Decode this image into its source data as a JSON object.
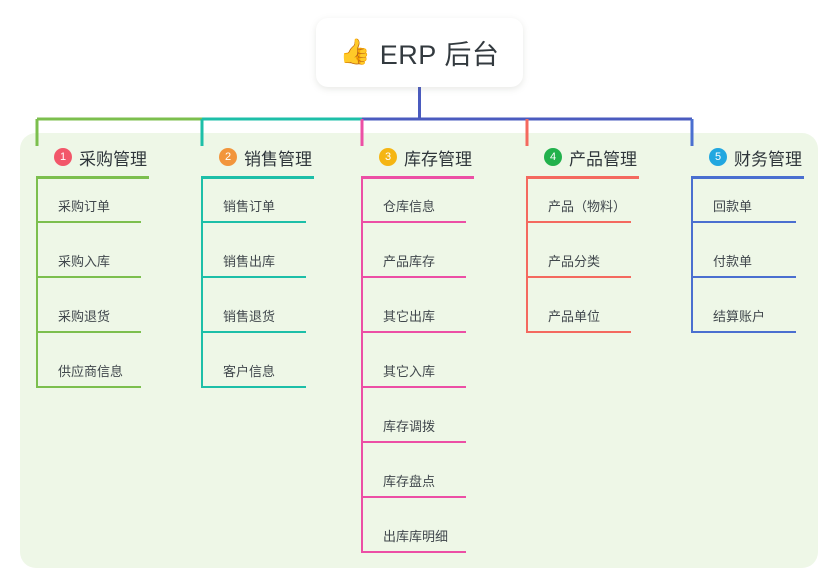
{
  "diagram": {
    "type": "mind-map",
    "title": "ERP 后台",
    "panel_color": "#eef7e7",
    "page_background": "#ffffff",
    "root": {
      "label": "ERP 后台",
      "emoji": "👍",
      "emoji_name": "thumbs-up-emoji",
      "stem_color": "#4a5bbf"
    },
    "bus_segments": [
      {
        "color": "#7cbf4e"
      },
      {
        "color": "#1dbfa8"
      },
      {
        "color": "#4a5bbf"
      }
    ],
    "branches": [
      {
        "number": "1",
        "title": "采购管理",
        "badge_color": "#f2576a",
        "line_color": "#7cbf4e",
        "drop_color": "#7cbf4e",
        "leaves": [
          {
            "label": "采购订单"
          },
          {
            "label": "采购入库"
          },
          {
            "label": "采购退货"
          },
          {
            "label": "供应商信息"
          }
        ]
      },
      {
        "number": "2",
        "title": "销售管理",
        "badge_color": "#f2953c",
        "line_color": "#1dbfa8",
        "drop_color": "#1dbfa8",
        "leaves": [
          {
            "label": "销售订单"
          },
          {
            "label": "销售出库"
          },
          {
            "label": "销售退货"
          },
          {
            "label": "客户信息"
          }
        ]
      },
      {
        "number": "3",
        "title": "库存管理",
        "badge_color": "#f5b513",
        "line_color": "#ec4fa5",
        "drop_color": "#ec4fa5",
        "leaves": [
          {
            "label": "仓库信息"
          },
          {
            "label": "产品库存"
          },
          {
            "label": "其它出库"
          },
          {
            "label": "其它入库"
          },
          {
            "label": "库存调拨"
          },
          {
            "label": "库存盘点"
          },
          {
            "label": "出库库明细"
          }
        ]
      },
      {
        "number": "4",
        "title": "产品管理",
        "badge_color": "#22b14c",
        "line_color": "#f4695f",
        "drop_color": "#f4695f",
        "leaves": [
          {
            "label": "产品（物料）"
          },
          {
            "label": "产品分类"
          },
          {
            "label": "产品单位"
          }
        ]
      },
      {
        "number": "5",
        "title": "财务管理",
        "badge_color": "#22a7e0",
        "line_color": "#4a6fd0",
        "drop_color": "#4a6fd0",
        "leaves": [
          {
            "label": "回款单"
          },
          {
            "label": "付款单"
          },
          {
            "label": "结算账户"
          }
        ]
      }
    ]
  }
}
